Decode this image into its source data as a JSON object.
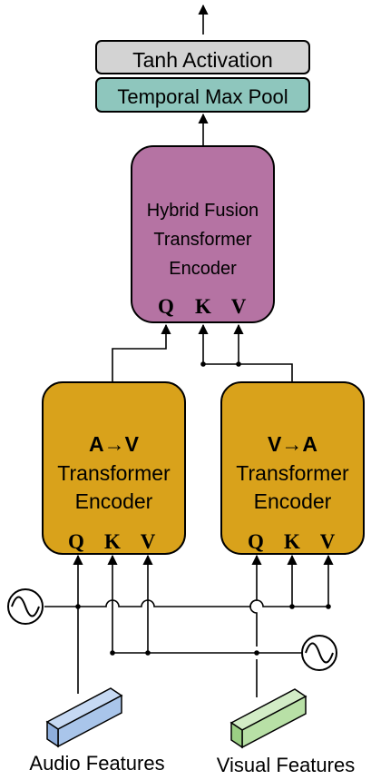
{
  "diagram": {
    "tanh_label": "Tanh Activation",
    "pool_label": "Temporal Max Pool",
    "hybrid": {
      "lines": [
        "Hybrid Fusion",
        "Transformer",
        "Encoder"
      ],
      "ports": [
        "Q",
        "K",
        "V"
      ]
    },
    "av_encoder": {
      "title": "A→V",
      "lines": [
        "Transformer",
        "Encoder"
      ],
      "ports": [
        "Q",
        "K",
        "V"
      ]
    },
    "va_encoder": {
      "title": "V→A",
      "lines": [
        "Transformer",
        "Encoder"
      ],
      "ports": [
        "Q",
        "K",
        "V"
      ]
    },
    "audio_label": "Audio Features",
    "visual_label": "Visual Features",
    "colors": {
      "tanh_fill": "#d3d3d3",
      "pool_fill": "#8ec6bd",
      "hybrid_fill": "#b573a3",
      "encoder_fill": "#d9a21b",
      "audio_block": "#a9c5ea",
      "visual_block": "#b8e0a6"
    }
  }
}
